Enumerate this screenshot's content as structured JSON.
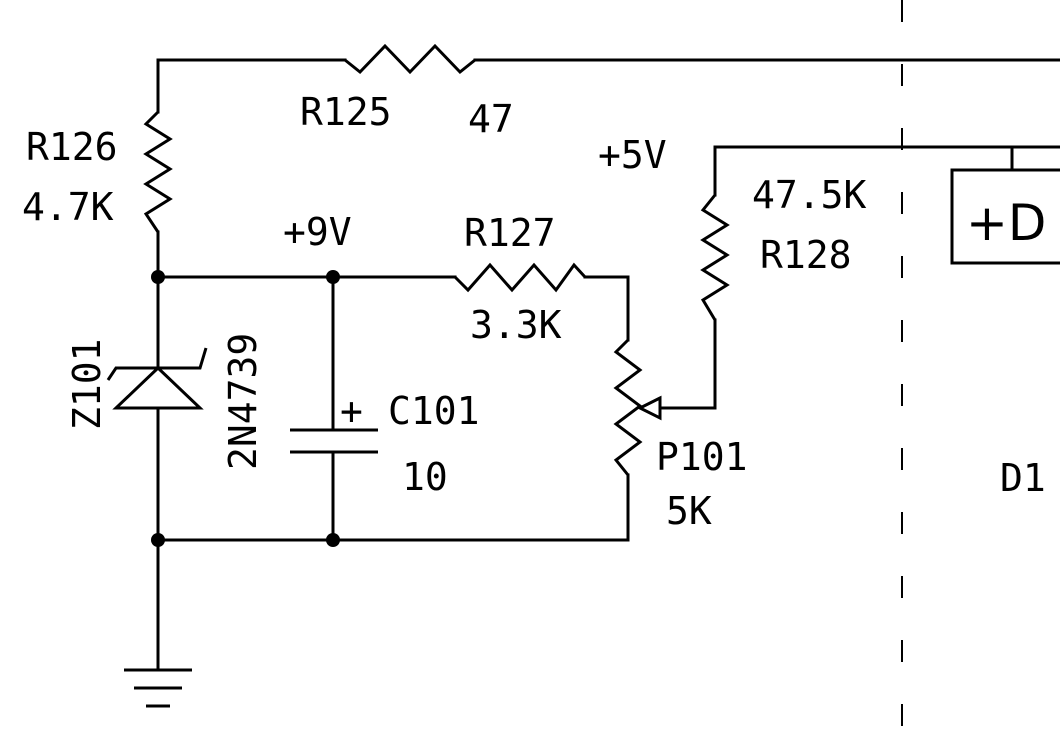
{
  "schematic": {
    "R125": {
      "ref": "R125",
      "value": "47"
    },
    "R126": {
      "ref": "R126",
      "value": "4.7K"
    },
    "R127": {
      "ref": "R127",
      "value": "3.3K"
    },
    "R128": {
      "ref": "R128",
      "value": "47.5K"
    },
    "P101": {
      "ref": "P101",
      "value": "5K"
    },
    "C101": {
      "ref": "C101",
      "value": "10",
      "polarity": "+"
    },
    "Z101": {
      "ref": "Z101",
      "part": "2N4739"
    },
    "rails": {
      "plus9": "+9V",
      "plus5": "+5V"
    },
    "offpage": {
      "box_label": "+D",
      "ref_label": "D1"
    }
  }
}
